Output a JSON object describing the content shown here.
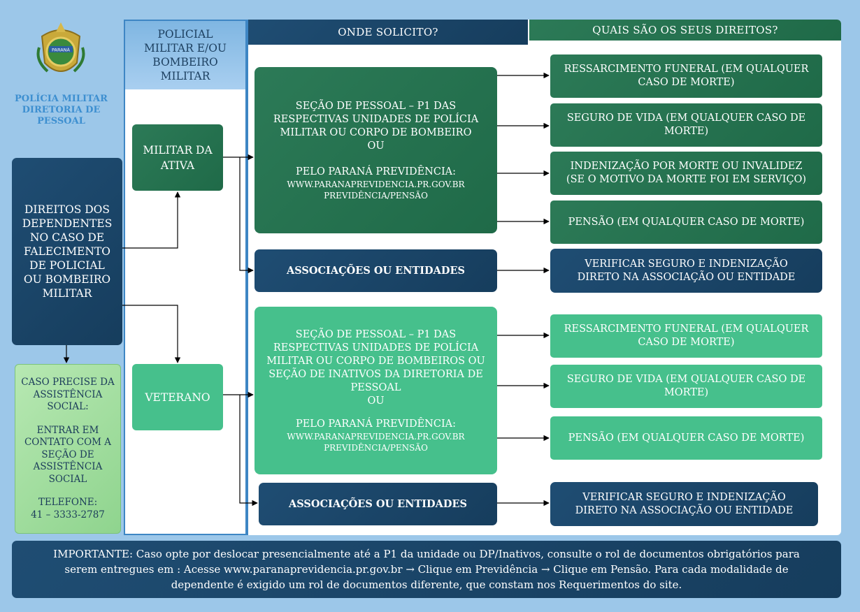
{
  "org": {
    "line1": "POLÍCIA MILITAR",
    "line2": "DIRETORIA DE",
    "line3": "PESSOAL",
    "badge_text": "PARANÁ"
  },
  "headers": {
    "col1_l1": "POLICIAL",
    "col1_l2": "MILITAR E/OU",
    "col1_l3": "BOMBEIRO",
    "col1_l4": "MILITAR",
    "col2": "ONDE SOLICITO?",
    "col3": "QUAIS SÃO OS SEUS DIREITOS?"
  },
  "left_box": {
    "l1": "DIREITOS DOS",
    "l2": "DEPENDENTES",
    "l3": "NO CASO DE",
    "l4": "FALECIMENTO",
    "l5": "DE POLICIAL",
    "l6": "OU BOMBEIRO",
    "l7": "MILITAR"
  },
  "social_box": {
    "l1": "CASO PRECISE DA",
    "l2": "ASSISTÊNCIA",
    "l3": "SOCIAL:",
    "l4": "ENTRAR EM",
    "l5": "CONTATO COM A",
    "l6": "SEÇÃO DE",
    "l7": "ASSISTÊNCIA",
    "l8": "SOCIAL",
    "l9": "TELEFONE:",
    "l10": "41 – 3333-2787"
  },
  "categories": {
    "ativa_l1": "MILITAR DA",
    "ativa_l2": "ATIVA",
    "veterano": "VETERANO"
  },
  "where_ativa": {
    "l1": "SEÇÃO DE PESSOAL – P1 DAS",
    "l2": "RESPECTIVAS UNIDADES DE POLÍCIA",
    "l3": "MILITAR OU CORPO DE BOMBEIRO",
    "l4": "OU",
    "l5": "PELO PARANÁ PREVIDÊNCIA:",
    "l6": "WWW.PARANAPREVIDENCIA.PR.GOV.BR",
    "l7": "PREVIDÊNCIA/PENSÃO"
  },
  "where_veterano": {
    "l1": "SEÇÃO DE PESSOAL – P1 DAS",
    "l2": "RESPECTIVAS UNIDADES DE POLÍCIA",
    "l3": "MILITAR OU CORPO DE BOMBEIROS OU",
    "l4": "SEÇÃO DE INATIVOS DA DIRETORIA DE",
    "l5": "PESSOAL",
    "l6": "OU",
    "l7": "PELO PARANÁ PREVIDÊNCIA:",
    "l8": "WWW.PARANAPREVIDENCIA.PR.GOV.BR",
    "l9": "PREVIDÊNCIA/PENSÃO"
  },
  "assoc": {
    "label": "ASSOCIAÇÕES OU ENTIDADES"
  },
  "rights_ativa": {
    "r1_l1": "RESSARCIMENTO FUNERAL (EM QUALQUER",
    "r1_l2": "CASO DE MORTE)",
    "r2_l1": "SEGURO DE VIDA (EM QUALQUER CASO DE",
    "r2_l2": "MORTE)",
    "r3_l1": "INDENIZAÇÃO POR MORTE OU INVALIDEZ",
    "r3_l2": "(SE O MOTIVO DA MORTE FOI EM SERVIÇO)",
    "r4": "PENSÃO (EM QUALQUER CASO DE MORTE)"
  },
  "rights_veterano": {
    "r1_l1": "RESSARCIMENTO FUNERAL (EM QUALQUER",
    "r1_l2": "CASO DE MORTE)",
    "r2_l1": "SEGURO DE VIDA (EM QUALQUER CASO DE",
    "r2_l2": "MORTE)",
    "r3": "PENSÃO (EM QUALQUER CASO DE MORTE)"
  },
  "verify": {
    "l1": "VERIFICAR SEGURO E INDENIZAÇÃO",
    "l2": "DIRETO NA ASSOCIAÇÃO OU ENTIDADE"
  },
  "important": {
    "l1": "IMPORTANTE: Caso opte por deslocar presencialmente até a P1 da unidade ou DP/Inativos, consulte o rol de documentos obrigatórios para",
    "l2": "serem entregues em : Acesse www.paranaprevidencia.pr.gov.br → Clique em Previdência → Clique em Pensão. Para cada modalidade de",
    "l3": "dependente é exigido um rol de documentos diferente, que constam nos Requerimentos do site."
  },
  "colors": {
    "background": "#9cc7e9",
    "navy": "#1a4467",
    "dark_green": "#237050",
    "light_green": "#46c08c",
    "org_text": "#3d8fd0"
  }
}
